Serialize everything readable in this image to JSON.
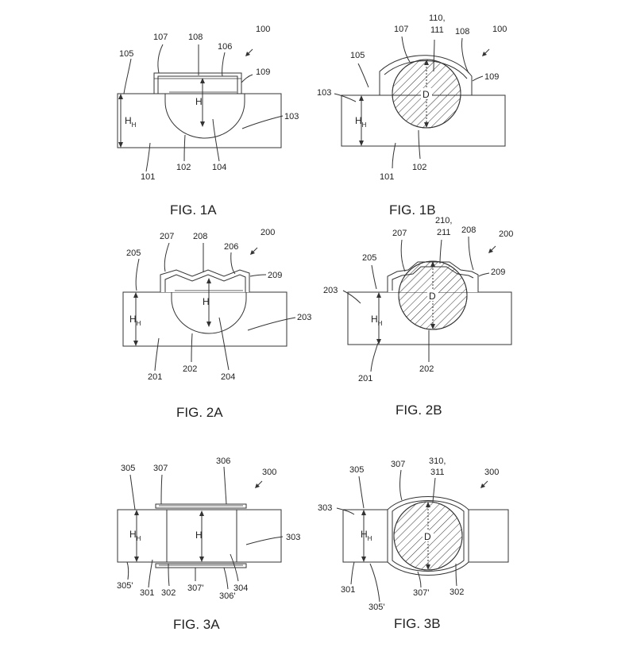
{
  "figures": {
    "fig1a": {
      "caption": "FIG. 1A",
      "labels": {
        "l107": "107",
        "l108": "108",
        "l106": "106",
        "l100": "100",
        "l105": "105",
        "l109": "109",
        "l103": "103",
        "l101": "101",
        "l102": "102",
        "l104": "104"
      },
      "dims": {
        "h": "H",
        "hh": "H",
        "hh_sub": "H"
      }
    },
    "fig1b": {
      "caption": "FIG. 1B",
      "labels": {
        "l110": "110,",
        "l111": "111",
        "l107": "107",
        "l108": "108",
        "l100": "100",
        "l105": "105",
        "l109": "109",
        "l103": "103",
        "l101": "101",
        "l102": "102"
      },
      "dims": {
        "d": "D",
        "hh": "H",
        "hh_sub": "H"
      }
    },
    "fig2a": {
      "caption": "FIG. 2A",
      "labels": {
        "l207": "207",
        "l208": "208",
        "l206": "206",
        "l200": "200",
        "l205": "205",
        "l209": "209",
        "l203": "203",
        "l201": "201",
        "l202": "202",
        "l204": "204"
      },
      "dims": {
        "h": "H",
        "hh": "H",
        "hh_sub": "H"
      }
    },
    "fig2b": {
      "caption": "FIG. 2B",
      "labels": {
        "l210": "210,",
        "l211": "211",
        "l207": "207",
        "l208": "208",
        "l200": "200",
        "l205": "205",
        "l209": "209",
        "l203": "203",
        "l201": "201",
        "l202": "202"
      },
      "dims": {
        "d": "D",
        "hh": "H",
        "hh_sub": "H"
      }
    },
    "fig3a": {
      "caption": "FIG. 3A",
      "labels": {
        "l305": "305",
        "l307": "307",
        "l306": "306",
        "l300": "300",
        "l303": "303",
        "l305p": "305'",
        "l301": "301",
        "l302": "302",
        "l307p": "307'",
        "l306p": "306'",
        "l304": "304"
      },
      "dims": {
        "h": "H",
        "hh": "H",
        "hh_sub": "H"
      }
    },
    "fig3b": {
      "caption": "FIG. 3B",
      "labels": {
        "l310": "310,",
        "l311": "311",
        "l305": "305",
        "l307": "307",
        "l300": "300",
        "l303": "303",
        "l301": "301",
        "l305p": "305'",
        "l307p": "307'",
        "l302": "302"
      },
      "dims": {
        "d": "D",
        "hh": "H",
        "hh_sub": "H"
      }
    }
  }
}
